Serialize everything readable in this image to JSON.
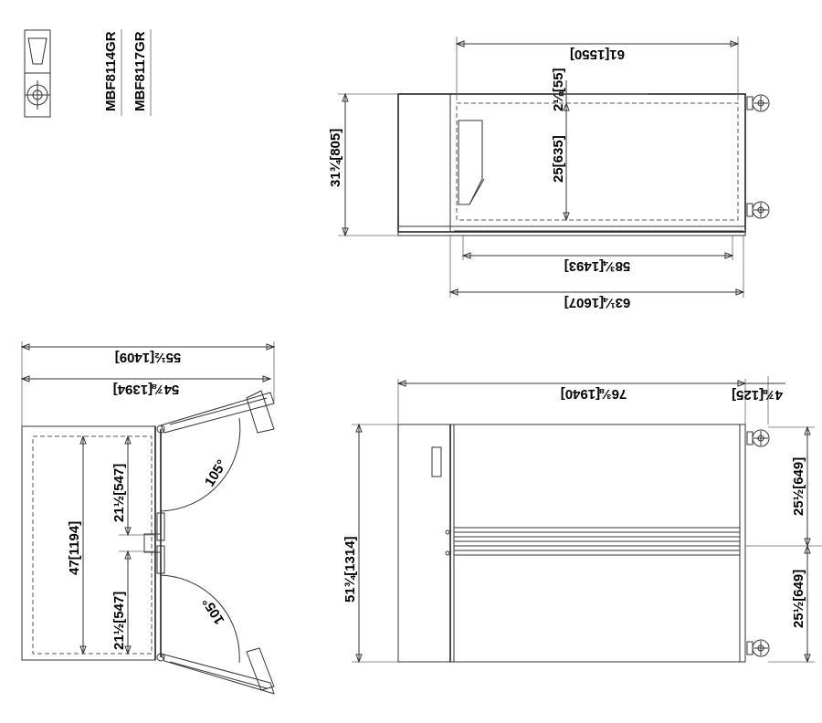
{
  "models": [
    "MBF8114GR",
    "MBF8117GR"
  ],
  "symbols": {
    "projection_top": "frustum-view-icon",
    "projection_bottom": "circle-crosshair-icon"
  },
  "top_view": {
    "overall_width": "63¼[1607]",
    "body_width": "61[1550]",
    "rail_width": "58¾[1493]",
    "height": "31¾[805]",
    "top_gap": "2⅛[55]",
    "inner_depth": "25[635]"
  },
  "door_view": {
    "outer_width": "55½[1409]",
    "inner_width": "54⅞[1394]",
    "opening_total": "47[1194]",
    "door_upper": "21½[547]",
    "door_lower": "21½[547]",
    "swing_upper": "105°",
    "swing_lower": "105°"
  },
  "front_view": {
    "overall_length": "76⅜[1940]",
    "caster_offset": "4⅞[125]",
    "height": "51¾[1314]",
    "right_upper": "25½[649]",
    "right_lower": "25½[649]"
  }
}
